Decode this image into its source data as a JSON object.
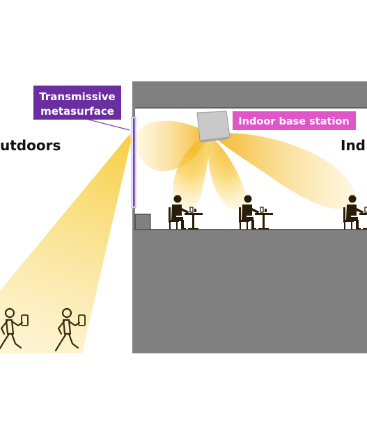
{
  "labels": {
    "metasurface_line1": "Transmissive",
    "metasurface_line2": "metasurface",
    "base_station": "Indoor base station",
    "outdoors": "utdoors",
    "indoors": "Ind"
  },
  "colors": {
    "building": "#808080",
    "beam_outdoor": "#f7cc3b",
    "beam_indoor": "#f5b82a",
    "metasurface_label_bg": "#6a2ea0",
    "metasurface_panel": "#7a3db0",
    "base_station_label_bg": "#e155c8",
    "base_station_device": "#c8c8c8",
    "person": "#2a1c08"
  },
  "icons": {
    "seated": "seated-person-icon",
    "walking": "walking-person-icon"
  }
}
